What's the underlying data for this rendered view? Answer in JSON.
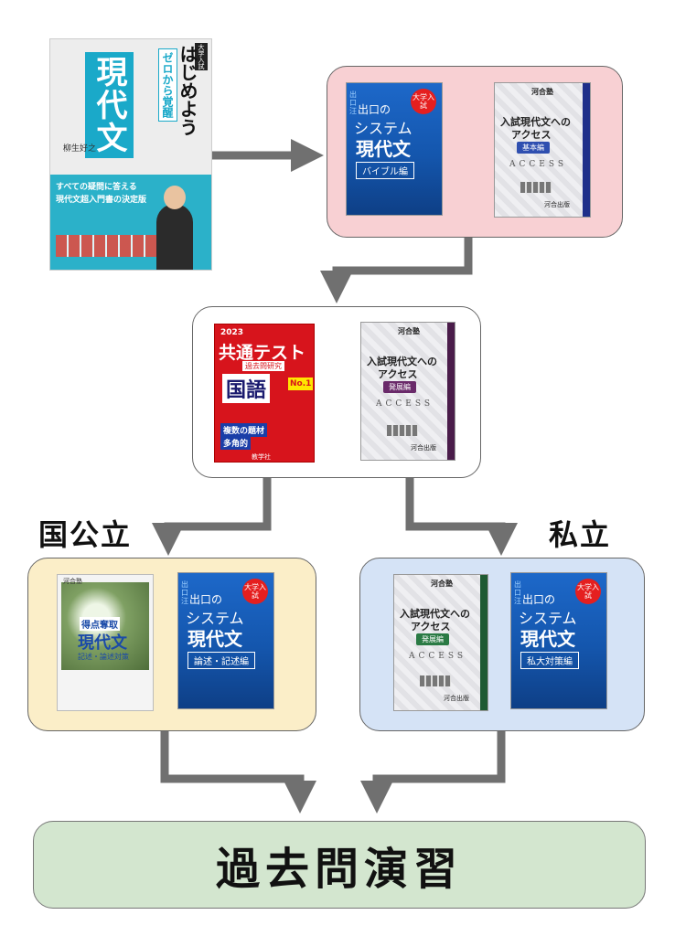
{
  "labels": {
    "national": "国公立",
    "private": "私立",
    "final": "過去問演習"
  },
  "books": {
    "zero": {
      "corner": "大学入試",
      "series": "ゼロから覚醒",
      "title1": "はじめよう",
      "title2": "現代文",
      "author": "柳生好之",
      "lead": "すべての疑問に答える",
      "lead2": "現代文超入門書の決定版"
    },
    "system_bible": {
      "pub": "出口汪",
      "badge": "大学入試",
      "t1": "出口の",
      "t2": "システム",
      "t3": "現代文",
      "sub": "バイブル編"
    },
    "access_basic": {
      "pub": "河合塾",
      "t1": "入試現代文への",
      "t2": "アクセス",
      "lv": "基本編",
      "en": "ACCESS",
      "bottom": "河合出版"
    },
    "kyotsu": {
      "year": "2023",
      "t1": "共通テスト",
      "t2": "過去問研究",
      "t3": "国語",
      "b1": "複数の題材",
      "b2": "多角的",
      "pub": "教学社",
      "rank": "No.1"
    },
    "access_hatten": {
      "pub": "河合塾",
      "t1": "入試現代文への",
      "t2": "アクセス",
      "lv": "発展編",
      "en": "ACCESS",
      "bottom": "河合出版"
    },
    "tokuten": {
      "pub": "河合塾",
      "t1": "得点奪取",
      "t2": "現代文",
      "t3": "記述・論述対策"
    },
    "system_ronjutsu": {
      "pub": "出口汪",
      "badge": "大学入試",
      "t1": "出口の",
      "t2": "システム",
      "t3": "現代文",
      "sub": "論述・記述編"
    },
    "access_hatten2": {
      "pub": "河合塾",
      "t1": "入試現代文への",
      "t2": "アクセス",
      "lv": "発展編",
      "en": "ACCESS",
      "bottom": "河合出版"
    },
    "system_shidai": {
      "pub": "出口汪",
      "badge": "大学入試",
      "t1": "出口の",
      "t2": "システム",
      "t3": "現代文",
      "sub": "私大対策編"
    }
  },
  "colors": {
    "box_pink": "#f8d0d3",
    "box_white": "#ffffff",
    "box_yellow": "#fbeec8",
    "box_blue": "#d5e3f6",
    "box_green": "#d3e6cf",
    "arrow": "#707070"
  }
}
